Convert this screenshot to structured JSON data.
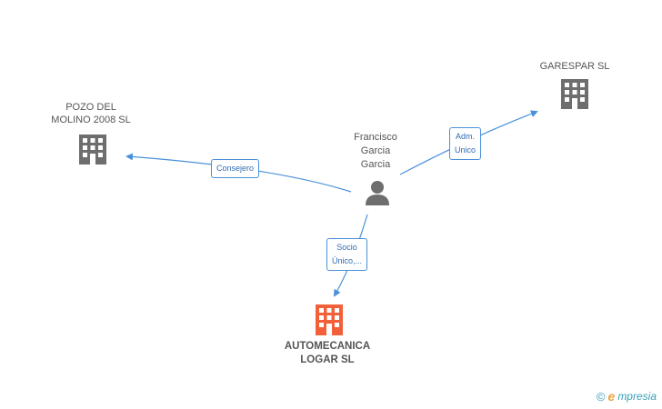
{
  "nodes": {
    "pozo": {
      "label": "POZO DEL\nMOLINO 2008 SL",
      "kind": "company",
      "color": "#6e6e6e"
    },
    "garespar": {
      "label": "GARESPAR  SL",
      "kind": "company",
      "color": "#6e6e6e"
    },
    "francisco": {
      "label": "Francisco\nGarcia\nGarcia",
      "kind": "person",
      "color": "#6e6e6e"
    },
    "automecanica": {
      "label": "AUTOMECANICA\nLOGAR SL",
      "kind": "company",
      "color": "#f2603a"
    }
  },
  "edges": {
    "consejero": {
      "label": "Consejero",
      "color": "#4a90d9"
    },
    "adm": {
      "label": "Adm.\nUnico",
      "color": "#4a90d9"
    },
    "socio": {
      "label": "Socio\nÚnico,...",
      "color": "#4a90d9"
    }
  },
  "footer": {
    "copyright": "©",
    "brand_initial": "e",
    "brand_rest": "mpresia"
  }
}
